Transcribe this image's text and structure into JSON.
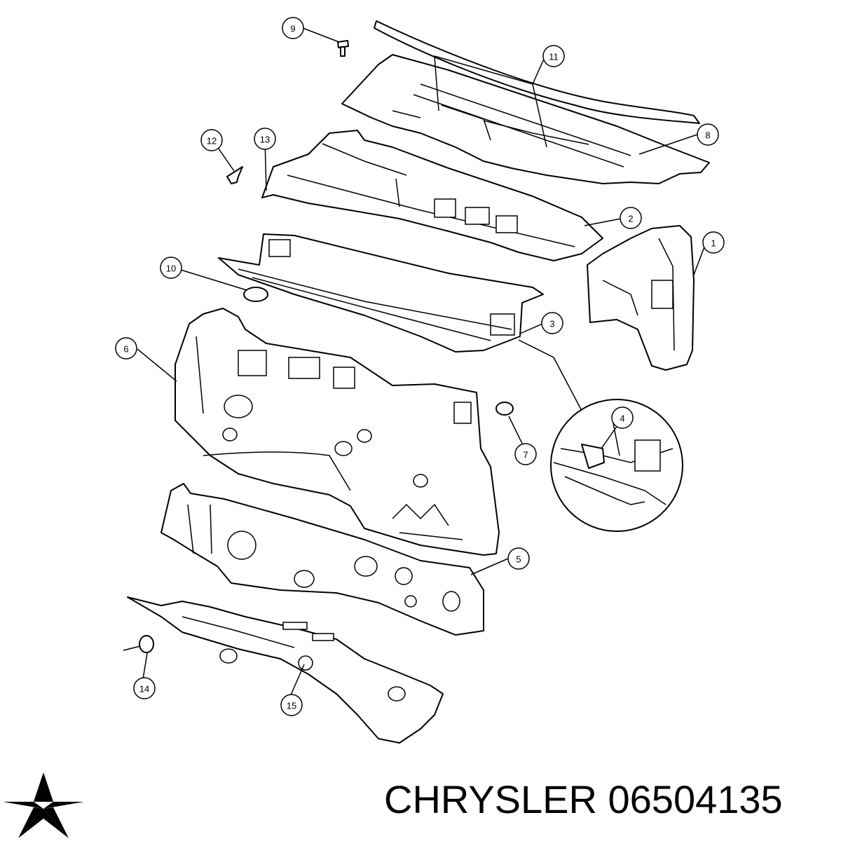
{
  "caption": "CHRYSLER 06504135",
  "logo": {
    "brand_icon": "chrysler-pentastar-icon",
    "color": "#000000"
  },
  "callouts": [
    "1",
    "2",
    "3",
    "4",
    "5",
    "6",
    "7",
    "8",
    "9",
    "10",
    "11",
    "12",
    "13",
    "14",
    "15"
  ]
}
